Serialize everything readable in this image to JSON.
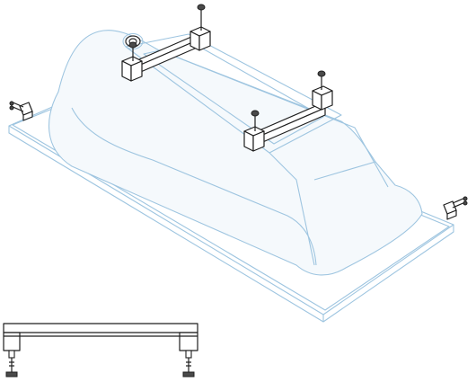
{
  "diagram": {
    "components": [
      {
        "id": "bathtub",
        "kind": "bathtub-outline",
        "color": "#9ec5e0"
      },
      {
        "id": "support-frame-rear",
        "kind": "support-frame-with-adjustable-legs",
        "color": "#1f1f1f"
      },
      {
        "id": "support-frame-front",
        "kind": "support-frame-with-adjustable-legs",
        "color": "#1f1f1f"
      },
      {
        "id": "wall-bracket-left",
        "kind": "wall-bracket",
        "color": "#1f1f1f"
      },
      {
        "id": "wall-bracket-right",
        "kind": "wall-bracket",
        "color": "#1f1f1f"
      },
      {
        "id": "frame-side-view",
        "kind": "support-frame-side-view",
        "color": "#1f1f1f"
      }
    ],
    "icons": [
      "drain-icon",
      "leveling-bolt-icon",
      "wall-bracket-icon"
    ]
  }
}
